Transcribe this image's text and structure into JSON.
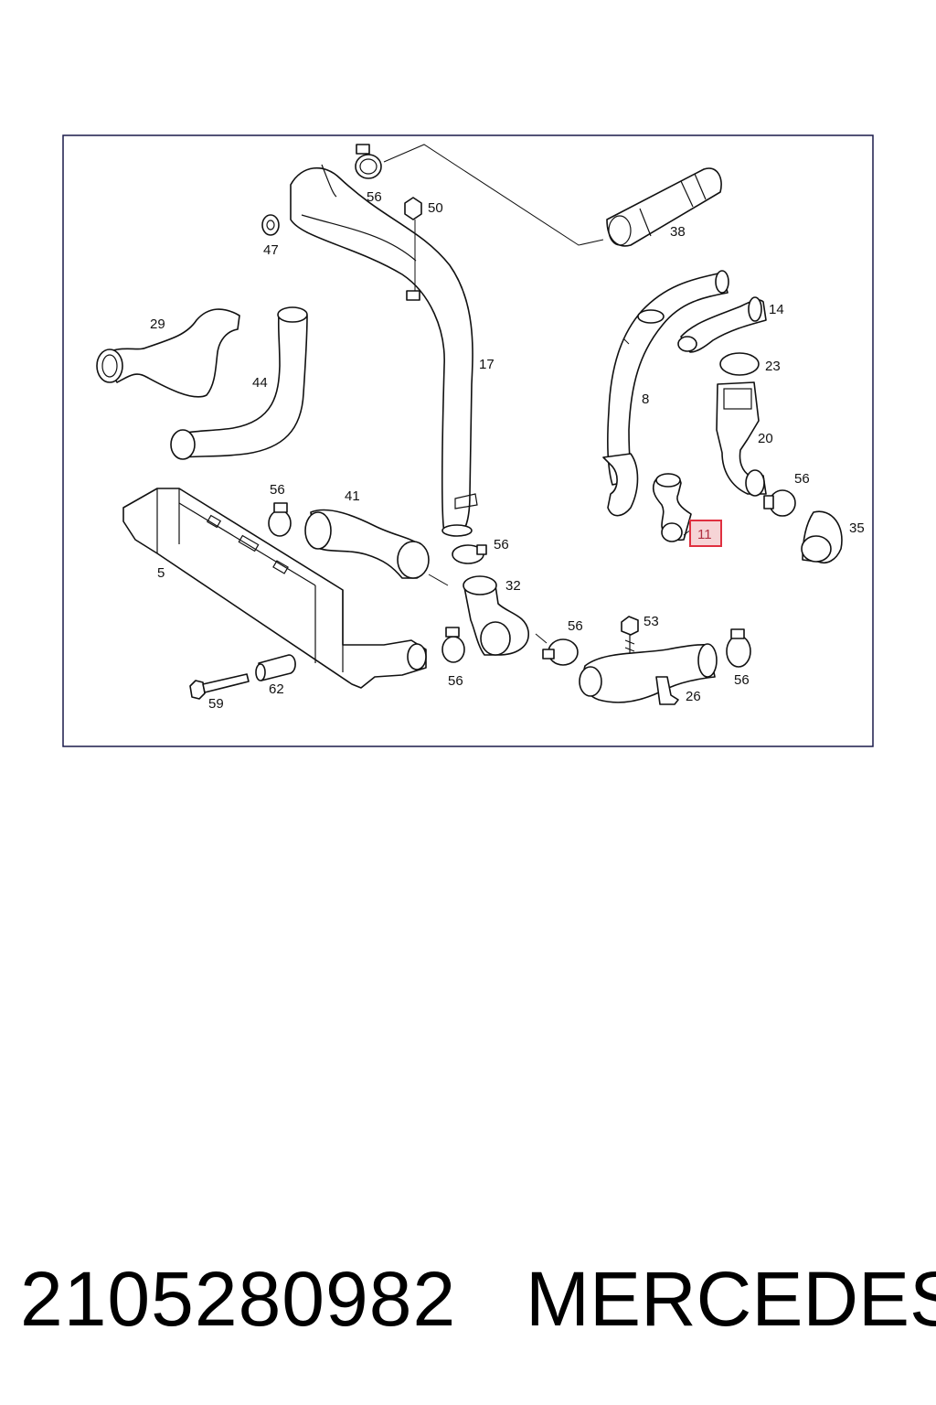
{
  "diagram": {
    "labels": {
      "l56a": "56",
      "l50": "50",
      "l38": "38",
      "l47": "47",
      "l29": "29",
      "l44": "44",
      "l17": "17",
      "l14": "14",
      "l23": "23",
      "l8": "8",
      "l20": "20",
      "l56b": "56",
      "l35": "35",
      "l11": "11",
      "l56c": "56",
      "l41": "41",
      "l5": "5",
      "l56d": "56",
      "l32": "32",
      "l56e": "56",
      "l53": "53",
      "l56f": "56",
      "l56g": "56",
      "l26": "26",
      "l59": "59",
      "l62": "62"
    },
    "highlighted_part": "11",
    "highlight_color": "#e03040"
  },
  "footer": {
    "part_number": "2105280982",
    "brand": "MERCEDES"
  }
}
